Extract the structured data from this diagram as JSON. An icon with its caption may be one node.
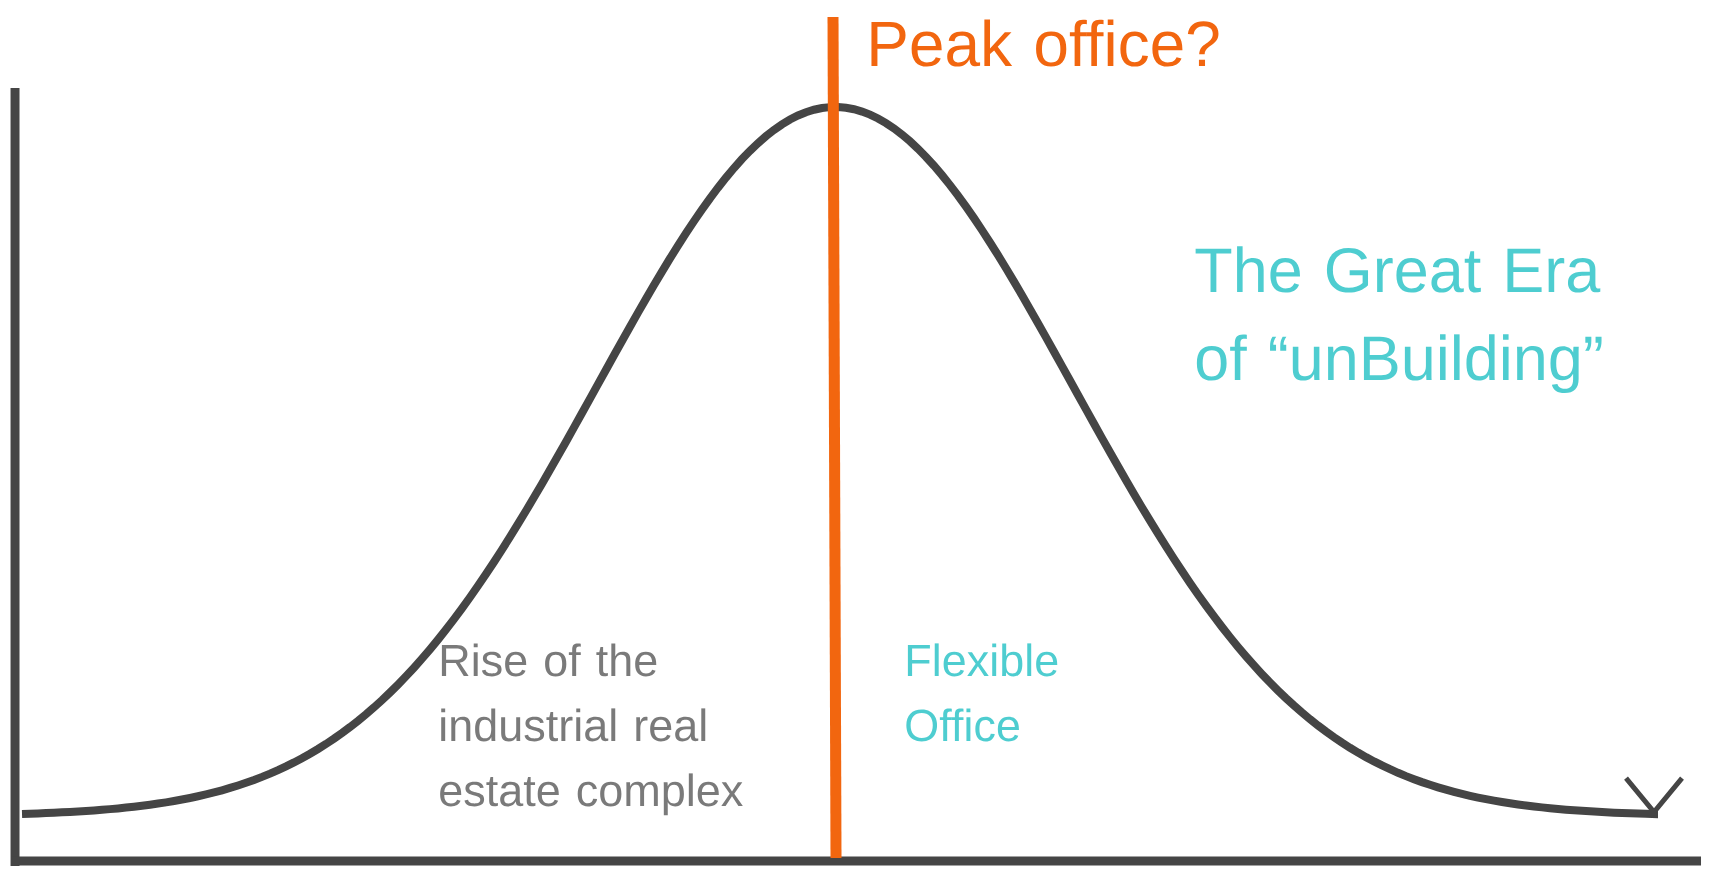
{
  "diagram": {
    "labels": [
      "Peak office?",
      "The Great Era of “unBuilding”",
      "Rise of the industrial real estate complex",
      "Flexible Office"
    ]
  }
}
